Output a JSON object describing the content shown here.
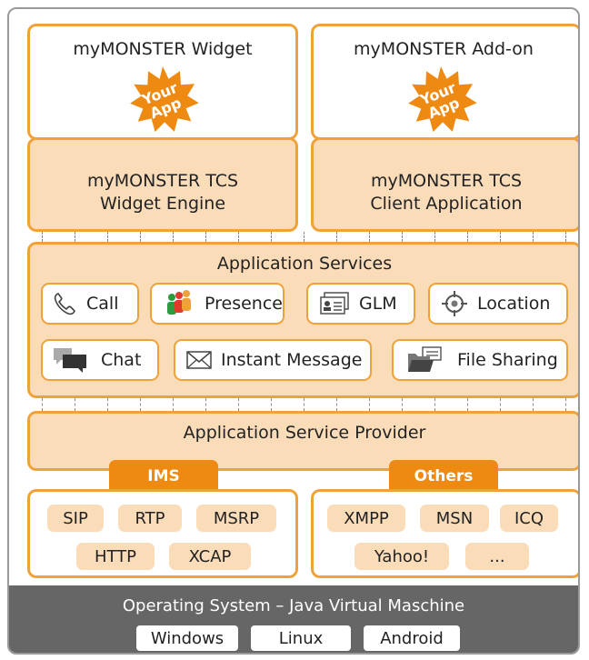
{
  "widget": {
    "title": "myMONSTER Widget",
    "badge_line1": "Your",
    "badge_line2": "App"
  },
  "addon": {
    "title": "myMONSTER Add-on",
    "badge_line1": "Your",
    "badge_line2": "App"
  },
  "engine_left": {
    "line1": "myMONSTER TCS",
    "line2": "Widget Engine"
  },
  "engine_right": {
    "line1": "myMONSTER TCS",
    "line2": "Client Application"
  },
  "services": {
    "title": "Application Services",
    "items": [
      {
        "label": "Call",
        "icon": "phone-icon"
      },
      {
        "label": "Presence",
        "icon": "people-icon"
      },
      {
        "label": "GLM",
        "icon": "contact-card-icon"
      },
      {
        "label": "Location",
        "icon": "crosshair-icon"
      },
      {
        "label": "Chat",
        "icon": "chat-bubbles-icon"
      },
      {
        "label": "Instant Message",
        "icon": "envelope-icon"
      },
      {
        "label": "File Sharing",
        "icon": "folder-icon"
      }
    ]
  },
  "provider": {
    "title": "Application Service Provider",
    "ims": {
      "label": "IMS",
      "protocols": [
        "SIP",
        "RTP",
        "MSRP",
        "HTTP",
        "XCAP"
      ]
    },
    "others": {
      "label": "Others",
      "protocols": [
        "XMPP",
        "MSN",
        "ICQ",
        "Yahoo!",
        "..."
      ]
    }
  },
  "os": {
    "title": "Operating System – Java Virtual Maschine",
    "platforms": [
      "Windows",
      "Linux",
      "Android"
    ]
  },
  "colors": {
    "accent": "#f0a23a",
    "tab": "#ee8a12",
    "fill": "#fbdcb9",
    "os_bar": "#666666"
  }
}
